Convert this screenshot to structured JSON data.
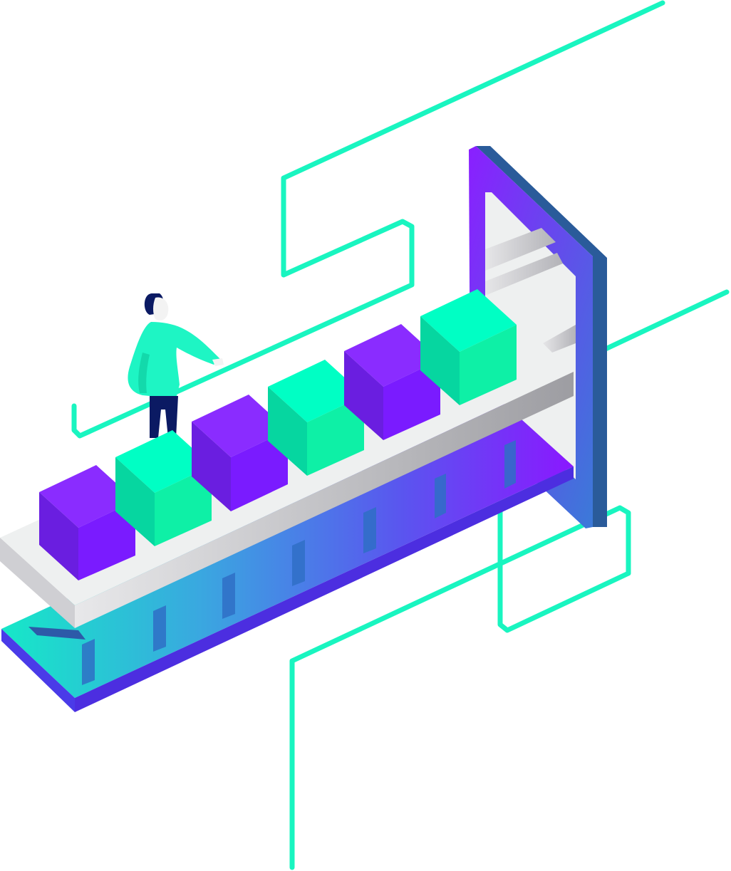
{
  "illustration": {
    "subject": "conveyor-belt-with-cubes",
    "colors": {
      "accent_line": "#19f5c0",
      "cube_purple_top": "#8a2cff",
      "cube_purple_left": "#6a1ee0",
      "cube_purple_right": "#7a1bff",
      "cube_green_top": "#00ffc4",
      "cube_green_left": "#06d6a0",
      "cube_green_right": "#0ef0a6",
      "belt_top": "#eef0f0",
      "belt_front": "#b0b0b4",
      "frame_front": "#7b2dff",
      "frame_side": "#2a5fa0",
      "person_shirt": "#1ef5c4",
      "person_hair": "#0b1a63",
      "person_pants": "#0b1a63"
    },
    "cube_sequence": [
      "purple",
      "green",
      "purple",
      "green",
      "purple",
      "green"
    ],
    "icon": "factory-conveyor-illustration"
  }
}
